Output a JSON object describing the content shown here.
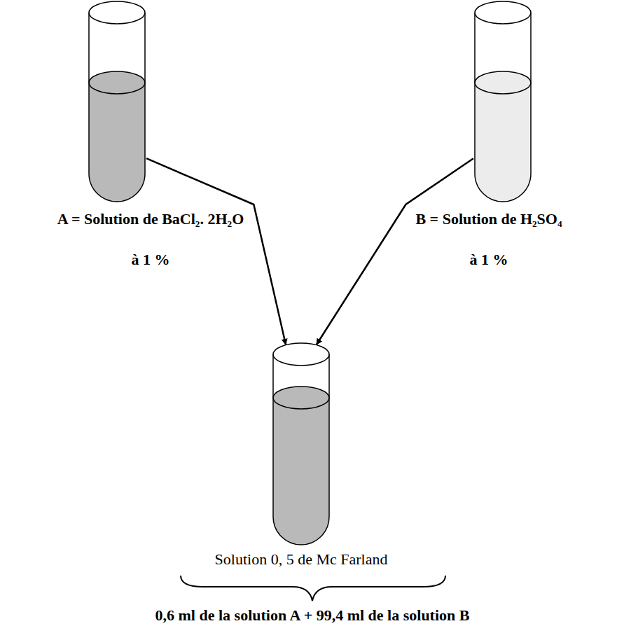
{
  "diagram": {
    "nodes": [
      {
        "text": [
          "A = Solution de BaCl₂. 2H₂O",
          "à 1 %"
        ]
      },
      {
        "text": [
          "B = Solution de H₂SO₄",
          "à 1 %"
        ]
      },
      {
        "text": [
          "Solution 0, 5 de Mc Farland"
        ]
      }
    ],
    "edges": [
      {
        "from": 0,
        "to": 2,
        "arrow": "to"
      },
      {
        "from": 1,
        "to": 2,
        "arrow": "to"
      }
    ],
    "labels": [
      "0,6 ml de la solution A + 99,4 ml de la solution B"
    ]
  }
}
